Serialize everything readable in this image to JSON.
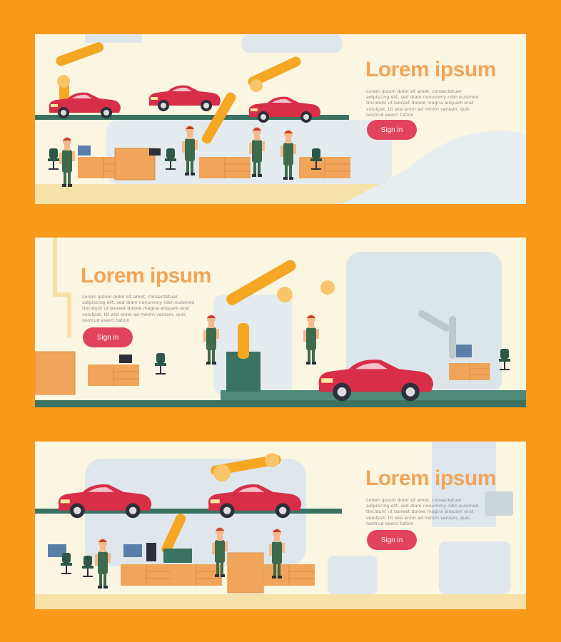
{
  "colors": {
    "background": "#f99a1d",
    "banner_bg": "#fbf6e2",
    "heading": "#f0a55a",
    "button": "#e2435c",
    "car": "#d82e48",
    "robot_arm": "#f5a623",
    "worker_uniform": "#3f6b4d",
    "floor": "#3b7261"
  },
  "banners": [
    {
      "heading": "Lorem ipsum",
      "body": "Lorem ipsum dolor sit amet, consectetuer adipiscing elit, sed diam nonummy nibh euismod tincidunt ut laoreet dolore magna aliquam erat volutpat. Ut wisi enim ad minim veniam, quis nostrud exerci tation",
      "button_label": "Sign in"
    },
    {
      "heading": "Lorem ipsum",
      "body": "Lorem ipsum dolor sit amet, consectetuer adipiscing elit, sed diam nonummy nibh euismod tincidunt ut laoreet dolore magna aliquam erat volutpat. Ut wisi enim ad minim veniam, quis nostrud exerci tation",
      "button_label": "Sign in"
    },
    {
      "heading": "Lorem ipsum",
      "body": "Lorem ipsum dolor sit amet, consectetuer adipiscing elit, sed diam nonummy nibh euismod tincidunt ut laoreet dolore magna aliquam erat volutpat. Ut wisi enim ad minim veniam, quis nostrud exerci tation",
      "button_label": "Sign in"
    }
  ]
}
